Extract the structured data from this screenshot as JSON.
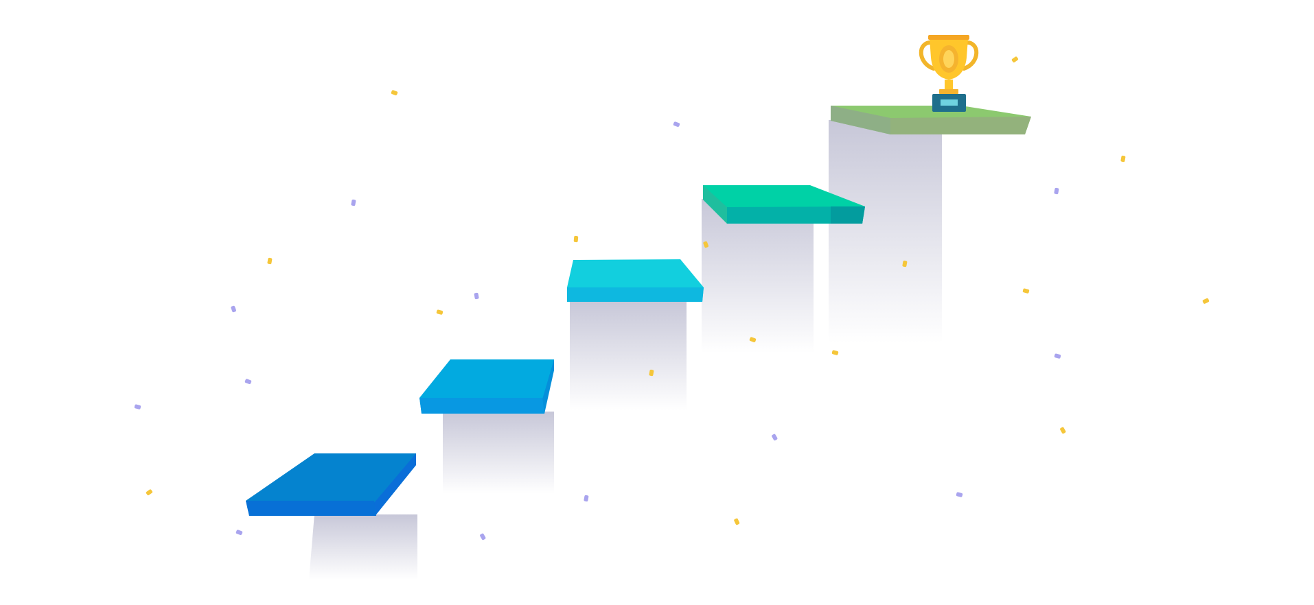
{
  "illustration": {
    "subject": "stairs-to-trophy",
    "step_count": 5,
    "colors": {
      "step_1_top": "#0583CF",
      "step_1_front": "#0870D6",
      "step_2_top": "#02AAE0",
      "step_2_front": "#0898E2",
      "step_3_top": "#12CFDE",
      "step_3_front": "#0EB8E0",
      "step_4_top": "#00D1A6",
      "step_4_front": "#03B1A8",
      "step_5_top": "#8CC96F",
      "step_5_front": "#93B27C",
      "pillar_shadow": "#C9C9DA",
      "trophy_gold": "#FFC62B",
      "trophy_base": "#1F6F8C",
      "confetti_yellow": "#F5C63A",
      "confetti_purple": "#A9A4EE"
    },
    "icons": [
      "trophy-icon",
      "confetti"
    ]
  }
}
